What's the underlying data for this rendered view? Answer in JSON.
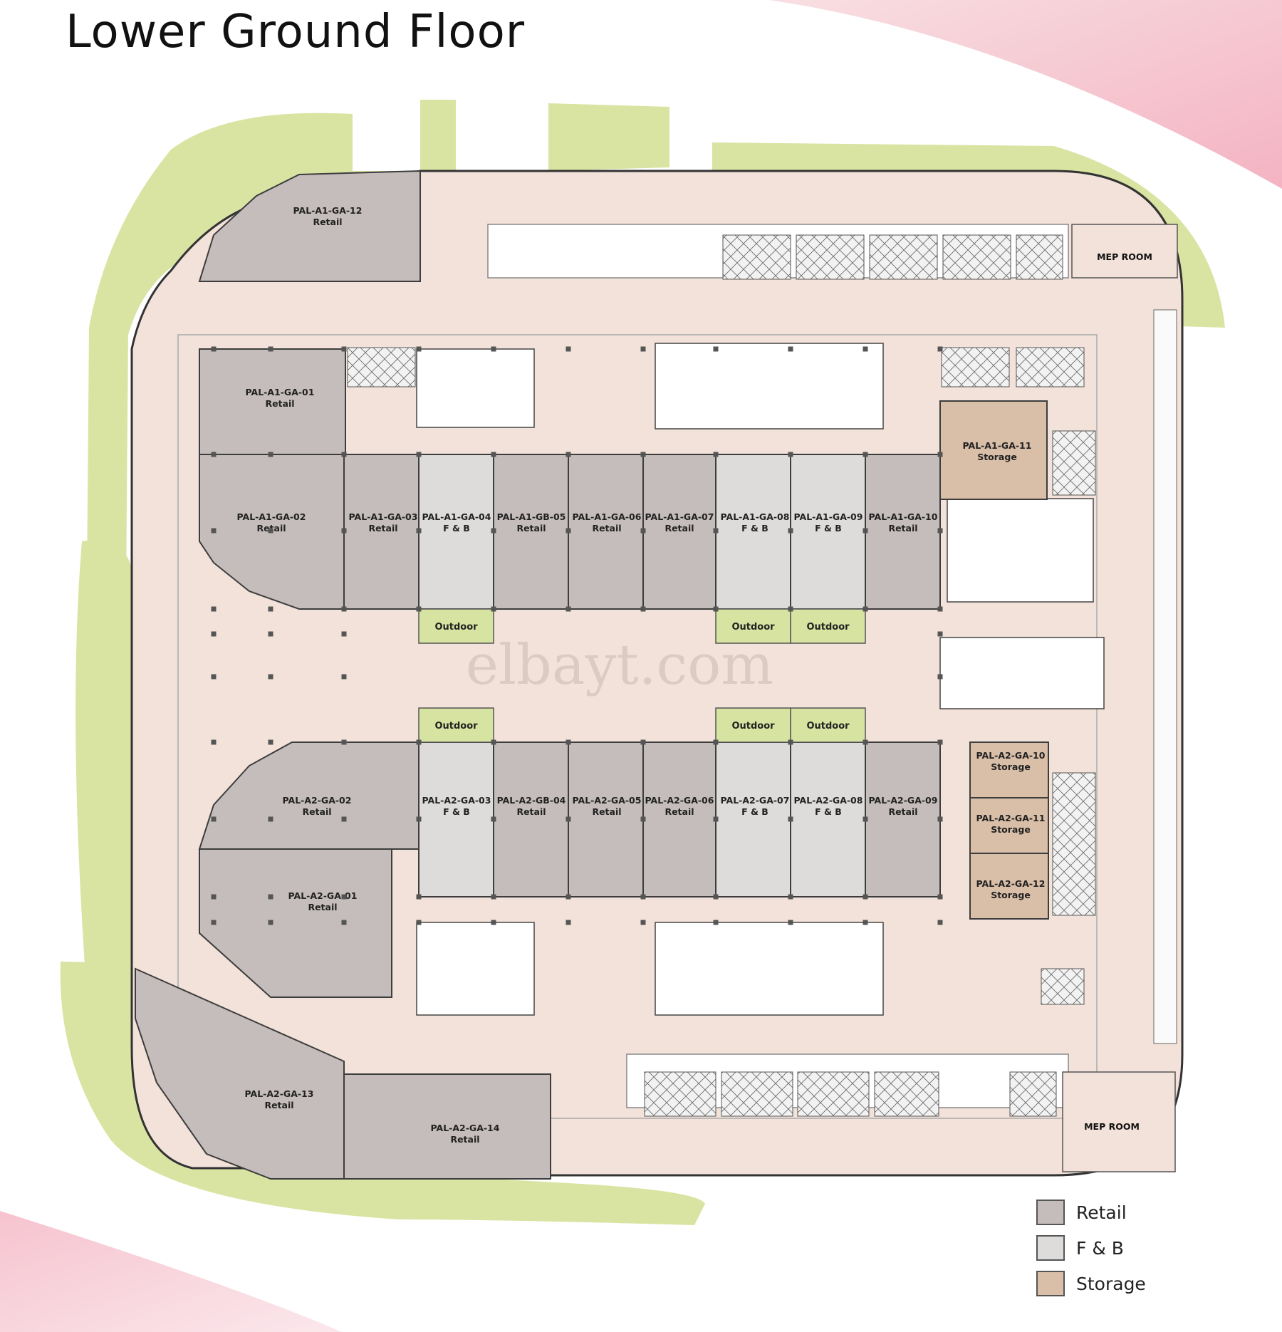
{
  "title": "Lower Ground Floor",
  "watermark": "elbayt.com",
  "colors": {
    "retail": "#c5bdbb",
    "fnb": "#dedcdb",
    "storage": "#d9bea8",
    "outdoor": "#d7e3a1",
    "landscape": "#d9e4a3",
    "circulation": "#f2e2d9",
    "accent_pink": "#f3b9c6"
  },
  "units": [
    {
      "id": "PAL-A1-GA-12",
      "use": "Retail",
      "type": "retail"
    },
    {
      "id": "PAL-A1-GA-01",
      "use": "Retail",
      "type": "retail"
    },
    {
      "id": "PAL-A1-GA-02",
      "use": "Retail",
      "type": "retail"
    },
    {
      "id": "PAL-A1-GA-03",
      "use": "Retail",
      "type": "retail"
    },
    {
      "id": "PAL-A1-GA-04",
      "use": "F & B",
      "type": "fnb"
    },
    {
      "id": "PAL-A1-GB-05",
      "use": "Retail",
      "type": "retail"
    },
    {
      "id": "PAL-A1-GA-06",
      "use": "Retail",
      "type": "retail"
    },
    {
      "id": "PAL-A1-GA-07",
      "use": "Retail",
      "type": "retail"
    },
    {
      "id": "PAL-A1-GA-08",
      "use": "F & B",
      "type": "fnb"
    },
    {
      "id": "PAL-A1-GA-09",
      "use": "F & B",
      "type": "fnb"
    },
    {
      "id": "PAL-A1-GA-10",
      "use": "Retail",
      "type": "retail"
    },
    {
      "id": "PAL-A1-GA-11",
      "use": "Storage",
      "type": "storage"
    },
    {
      "id": "PAL-A2-GA-02",
      "use": "Retail",
      "type": "retail"
    },
    {
      "id": "PAL-A2-GA-03",
      "use": "F & B",
      "type": "fnb"
    },
    {
      "id": "PAL-A2-GB-04",
      "use": "Retail",
      "type": "retail"
    },
    {
      "id": "PAL-A2-GA-05",
      "use": "Retail",
      "type": "retail"
    },
    {
      "id": "PAL-A2-GA-06",
      "use": "Retail",
      "type": "retail"
    },
    {
      "id": "PAL-A2-GA-07",
      "use": "F & B",
      "type": "fnb"
    },
    {
      "id": "PAL-A2-GA-08",
      "use": "F & B",
      "type": "fnb"
    },
    {
      "id": "PAL-A2-GA-09",
      "use": "Retail",
      "type": "retail"
    },
    {
      "id": "PAL-A2-GA-10",
      "use": "Storage",
      "type": "storage"
    },
    {
      "id": "PAL-A2-GA-11",
      "use": "Storage",
      "type": "storage"
    },
    {
      "id": "PAL-A2-GA-12",
      "use": "Storage",
      "type": "storage"
    },
    {
      "id": "PAL-A2-GA-01",
      "use": "Retail",
      "type": "retail"
    },
    {
      "id": "PAL-A2-GA-13",
      "use": "Retail",
      "type": "retail"
    },
    {
      "id": "PAL-A2-GA-14",
      "use": "Retail",
      "type": "retail"
    }
  ],
  "outdoor_label": "Outdoor",
  "mep_rooms": [
    "MEP ROOM",
    "MEP ROOM"
  ],
  "legend": [
    {
      "label": "Retail",
      "type": "retail"
    },
    {
      "label": "F & B",
      "type": "fnb"
    },
    {
      "label": "Storage",
      "type": "storage"
    }
  ]
}
